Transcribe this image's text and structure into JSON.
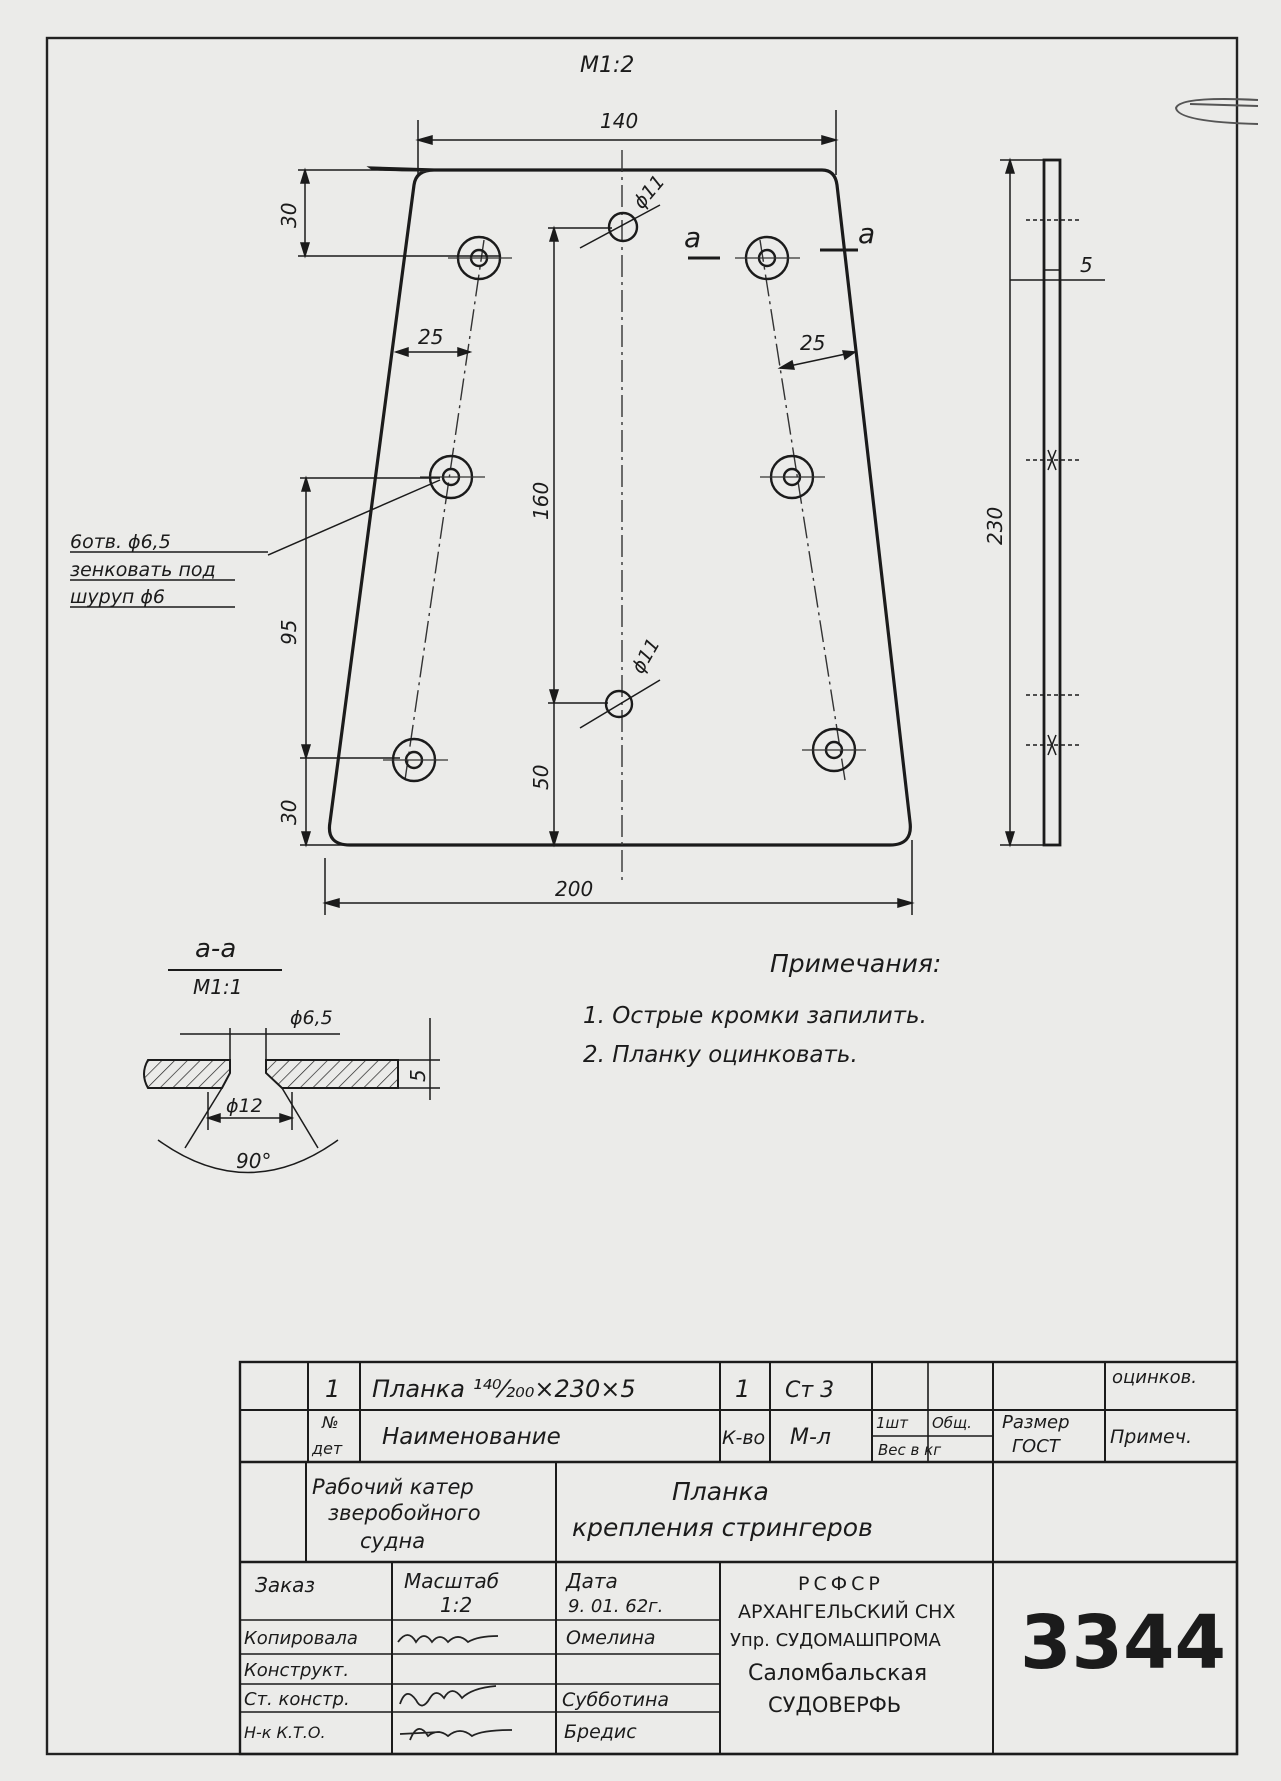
{
  "drawing": {
    "scale_top": "М1:2",
    "dims": {
      "top_width": "140",
      "bottom_width": "200",
      "top_offset": "30",
      "bottom_offset": "30",
      "left_offset": "25",
      "right_offset": "25",
      "hole_spacing_side": "95",
      "center_span": "160",
      "center_bottom": "50",
      "thickness": "5",
      "height": "230",
      "center_hole_top": "ϕ11",
      "center_hole_bottom": "ϕ11"
    },
    "section_marks": {
      "left": "а",
      "right": "а"
    },
    "hole_callout": [
      "6отв. ϕ6,5",
      "зенковать под",
      "шуруп ϕ6"
    ],
    "section": {
      "title": "а-а",
      "scale": "М1:1",
      "hole_dia": "ϕ6,5",
      "countersink_dia": "ϕ12",
      "angle": "90°",
      "thickness": "5"
    },
    "notes": {
      "heading": "Примечания:",
      "items": [
        "1. Острые кромки запилить.",
        "2. Планку оцинковать."
      ]
    }
  },
  "title_block": {
    "row1": {
      "pos": "1",
      "name": "Планка ¹⁴⁰⁄₂₀₀×230×5",
      "qty": "1",
      "material": "Ст 3",
      "note": "оцинков."
    },
    "headers": {
      "pos": [
        "№",
        "дет"
      ],
      "name": "Наименование",
      "qty": "К-во",
      "material": "М-л",
      "weight_one": "1шт",
      "weight_total": "Общ.",
      "weight": "Вес в кг",
      "size": [
        "Размер",
        "ГОСТ"
      ],
      "note": "Примеч."
    },
    "project": [
      "Рабочий катер",
      "зверобойного",
      "судна"
    ],
    "part_title": [
      "Планка",
      "крепления стрингеров"
    ],
    "order_label": "Заказ",
    "scale_label": "Масштаб",
    "scale_value": "1:2",
    "date_label": "Дата",
    "date_value": "9. 01. 62г.",
    "roles": [
      {
        "role": "Копировала",
        "name": "Омелина"
      },
      {
        "role": "Конструкт.",
        "name": ""
      },
      {
        "role": "Ст. констр.",
        "name": "Субботина"
      },
      {
        "role": "Н-к К.Т.О.",
        "name": "Бредис"
      }
    ],
    "org": [
      "РСФСР",
      "АРХАНГЕЛЬСКИЙ СНХ",
      "Упр. СУДОМАШПРОМА",
      "Саломбальская",
      "СУДОВЕРФЬ"
    ],
    "number": "3344"
  }
}
